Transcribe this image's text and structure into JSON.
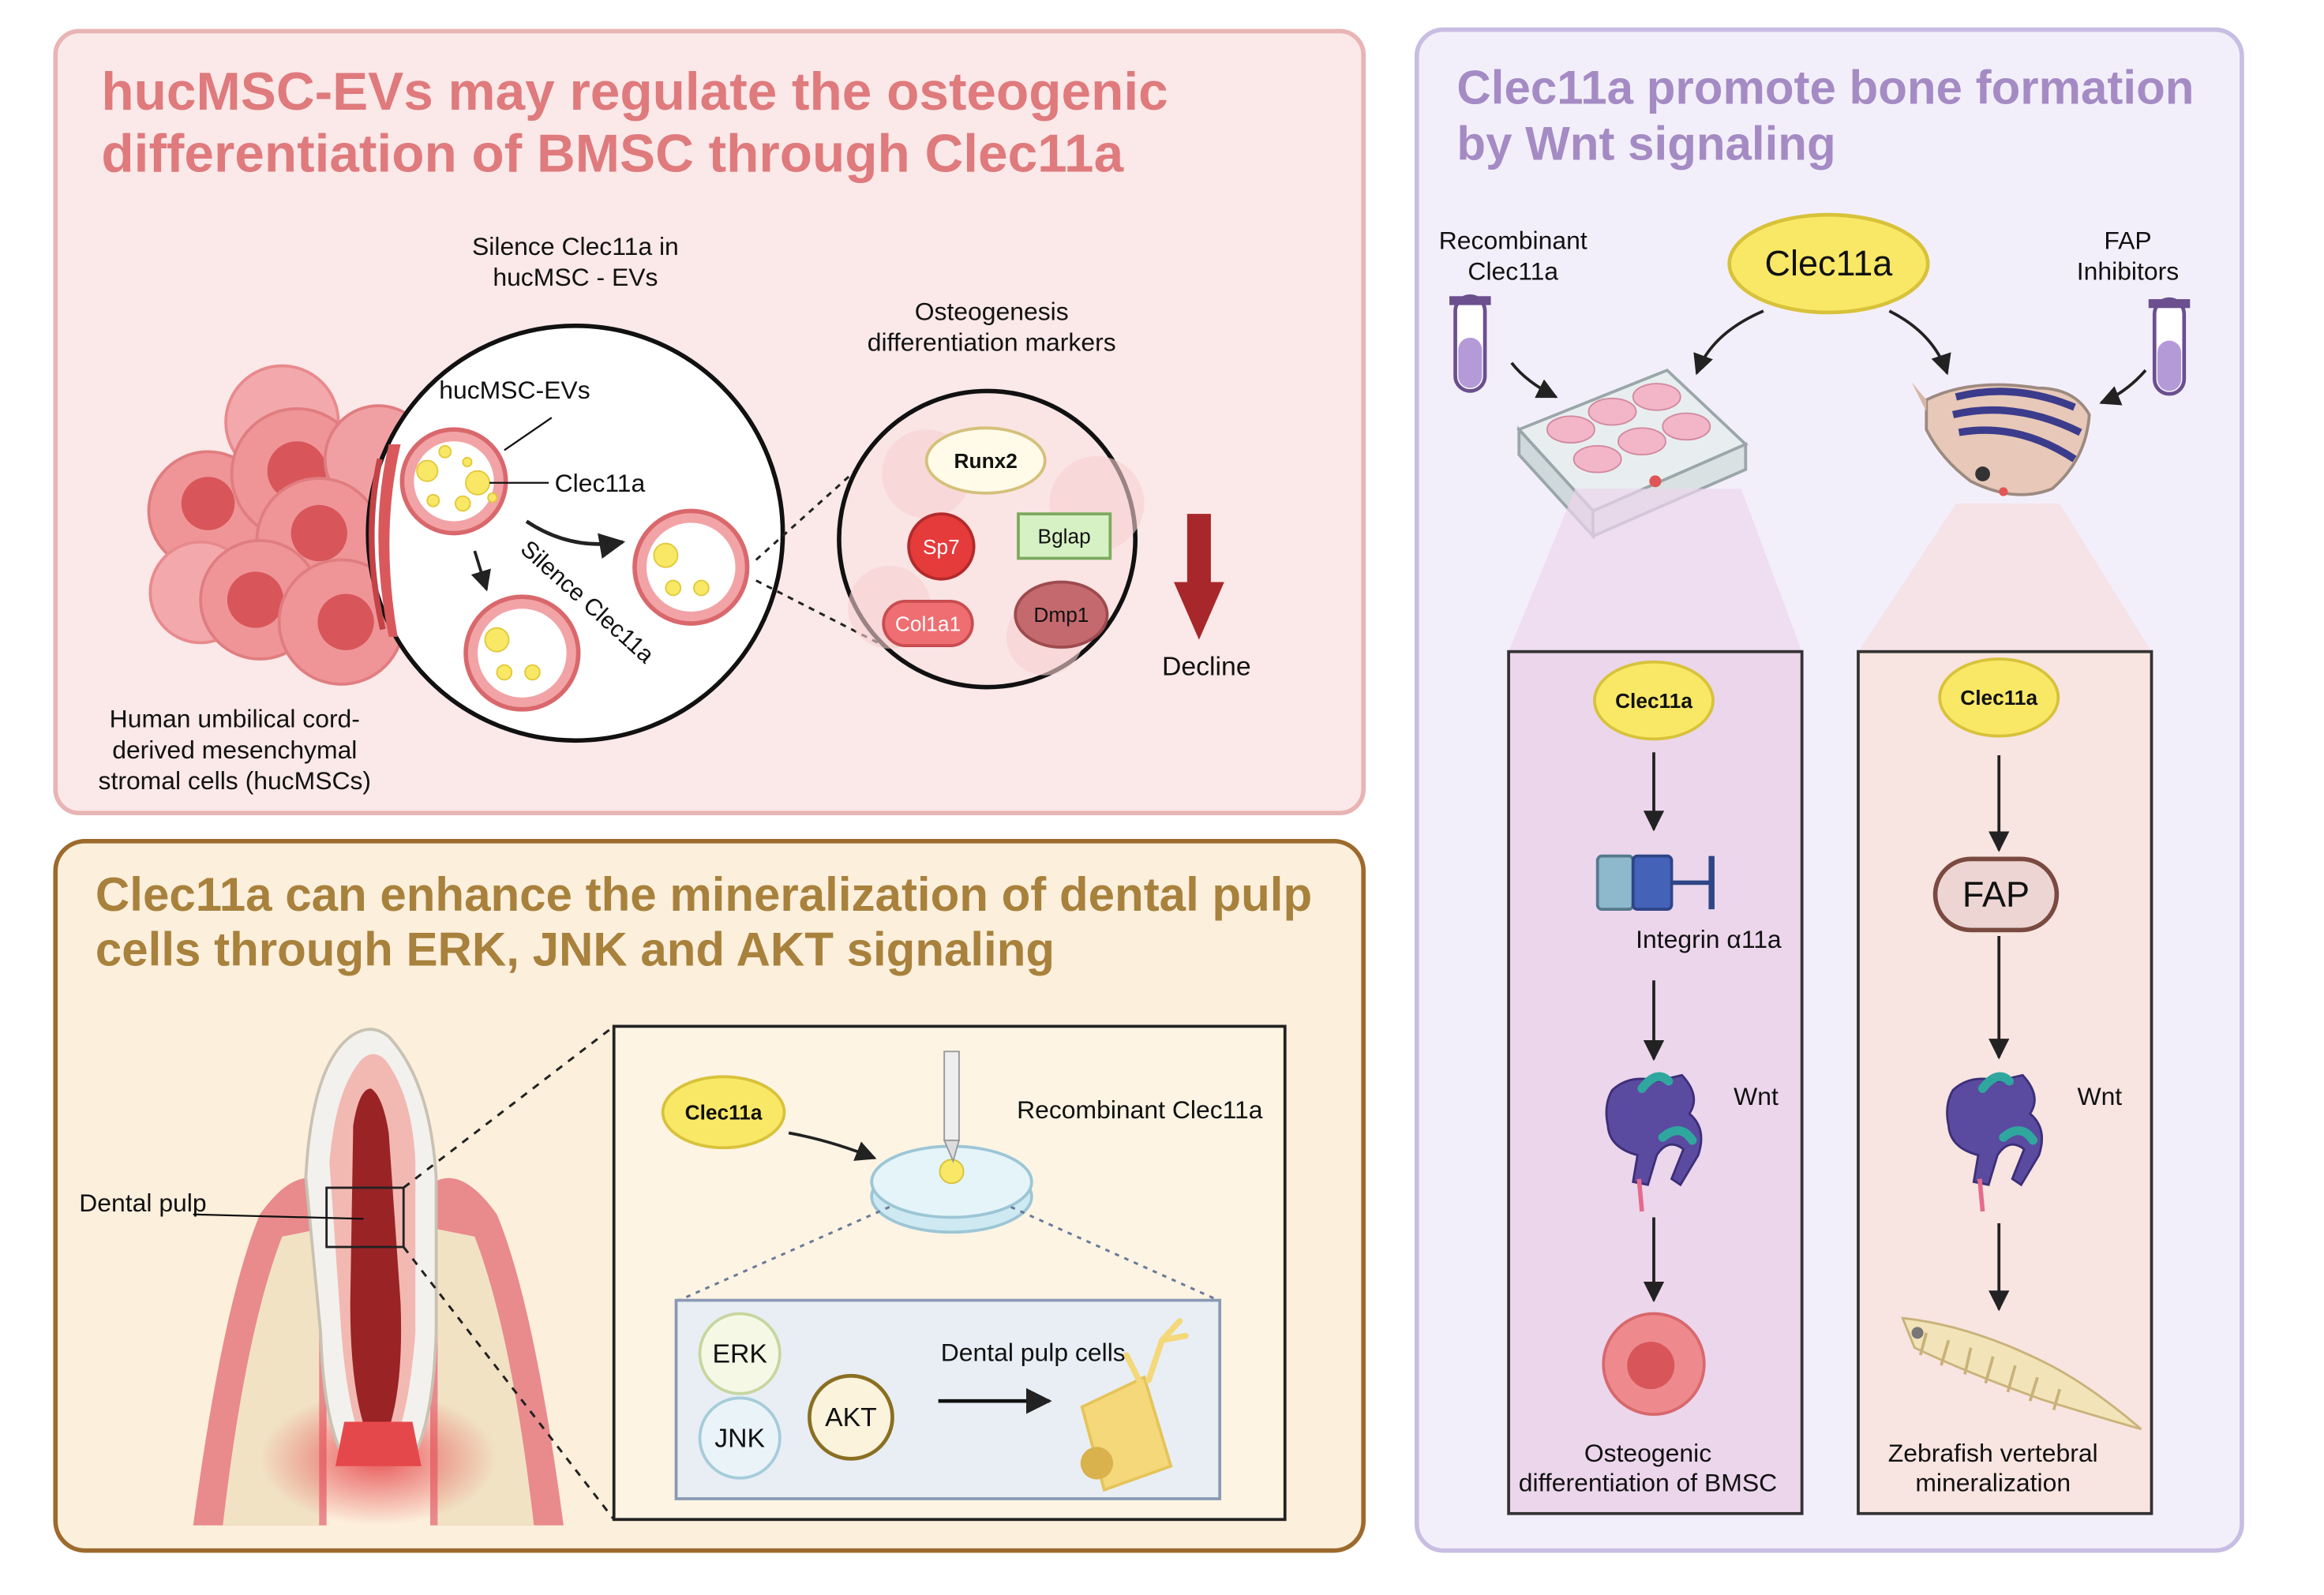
{
  "colors": {
    "panel1_bg": "#fbe8e8",
    "panel1_border": "#e8b4b4",
    "panel1_title": "#df7a7d",
    "panel2_bg": "#fcefdc",
    "panel2_border": "#9c6a2c",
    "panel2_title": "#a8813c",
    "panel3_bg": "#f3effa",
    "panel3_border": "#c8bde2",
    "panel3_title": "#a58bc4",
    "clec_yellow": "#f9e866",
    "cell_red": "#e9787b",
    "dark_red": "#a8272a"
  },
  "panel1": {
    "title_line1": "hucMSC-EVs may regulate the osteogenic",
    "title_line2": "differentiation of BMSC through Clec11a",
    "silence_line1": "Silence Clec11a in",
    "silence_line2": "hucMSC - EVs",
    "evs_label": "hucMSC-EVs",
    "clec_label": "Clec11a",
    "silence_arrow_label": "Silence Clec11a",
    "markers_line1": "Osteogenesis",
    "markers_line2": "differentiation markers",
    "runx2": "Runx2",
    "sp7": "Sp7",
    "bglap": "Bglap",
    "col1a1": "Col1a1",
    "dmp1": "Dmp1",
    "decline": "Decline",
    "cells_line1": "Human umbilical cord-",
    "cells_line2": "derived mesenchymal",
    "cells_line3": "stromal cells (hucMSCs)"
  },
  "panel2": {
    "title_line1": "Clec11a can enhance the mineralization of dental pulp",
    "title_line2": "cells through ERK, JNK and AKT signaling",
    "dental_pulp": "Dental pulp",
    "clec": "Clec11a",
    "recombinant": "Recombinant Clec11a",
    "erk": "ERK",
    "jnk": "JNK",
    "akt": "AKT",
    "pulp_cells": "Dental pulp cells"
  },
  "panel3": {
    "title_line1": "Clec11a promote bone formation",
    "title_line2": "by Wnt signaling",
    "recombinant_line1": "Recombinant",
    "recombinant_line2": "Clec11a",
    "clec_main": "Clec11a",
    "fap_line1": "FAP",
    "fap_line2": "Inhibitors",
    "left": {
      "clec": "Clec11a",
      "integrin": "Integrin α11a",
      "wnt": "Wnt",
      "out_line1": "Osteogenic",
      "out_line2": "differentiation of BMSC"
    },
    "right": {
      "clec": "Clec11a",
      "fap": "FAP",
      "wnt": "Wnt",
      "out_line1": "Zebrafish vertebral",
      "out_line2": "mineralization"
    }
  }
}
